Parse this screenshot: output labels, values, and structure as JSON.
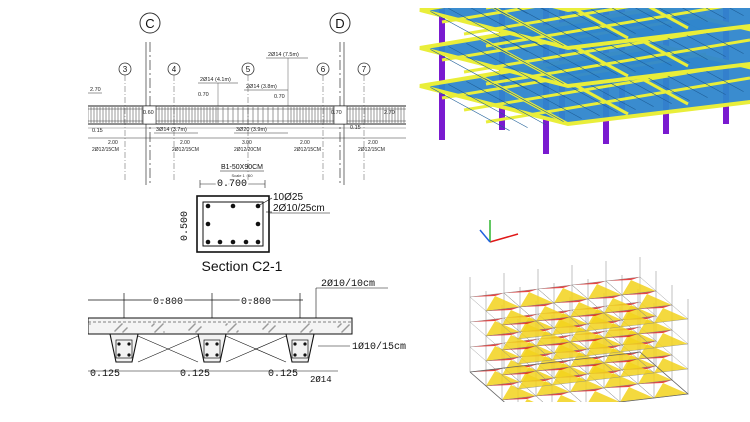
{
  "beam_elevation": {
    "grid_major": [
      "C",
      "D"
    ],
    "grid_minor": [
      "3",
      "4",
      "5",
      "6",
      "7"
    ],
    "top_bars": [
      "2Ø14 (4.1m)",
      "2Ø14 (3.8m)",
      "2Ø14 (7.5m)"
    ],
    "level_marks": [
      "2.70",
      "0.70",
      "0.70",
      "2.70",
      "0.70"
    ],
    "bottom_bars": [
      "3Ø14 (3.7m)",
      "3Ø20 (3.9m)"
    ],
    "stirrup_spans": [
      "2.00",
      "2.00",
      "3.00",
      "2.00",
      "2.00"
    ],
    "stirrup_text": [
      "2Ø12/15CM",
      "2Ø12/15CM",
      "2Ø12/20CM",
      "2Ø12/15CM",
      "2Ø12/15CM"
    ],
    "misc_marks": [
      "0.15",
      "0.15",
      "0.60"
    ],
    "beam_title": "B1-50X90CM",
    "beam_scale": "Scale 1 : 60"
  },
  "column_section": {
    "width_dim": "0.700",
    "height_dim": "0.500",
    "long_bars": "10Ø25",
    "ties": "2Ø10/25cm",
    "title": "Section C2-1"
  },
  "slab_section": {
    "spacing": [
      "0.800",
      "0.800"
    ],
    "rib_width": [
      "0.125",
      "0.125",
      "0.125"
    ],
    "top_steel": "2Ø10/10cm",
    "dist_steel": "1Ø10/15cm",
    "bottom_bars": "2Ø14"
  },
  "colors": {
    "beam": "#e9ee3a",
    "slab": "#2f86cc",
    "column": "#7a1ad0",
    "stress_red": "#e01818",
    "stress_yellow": "#f2d21c"
  }
}
